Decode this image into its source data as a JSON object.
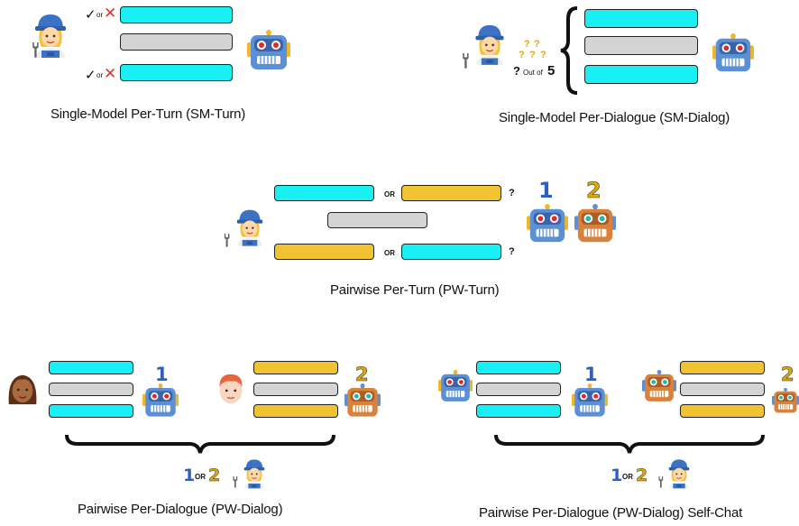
{
  "panels": {
    "sm_turn": {
      "title": "Single-Model Per-Turn  (SM-Turn)",
      "check": "✓",
      "or": "or",
      "cross": "✕"
    },
    "sm_dialog": {
      "title": "Single-Model Per-Dialogue  (SM-Dialog)",
      "question": "?",
      "out_of": "Out of",
      "score": "5",
      "brace": "{"
    },
    "pw_turn": {
      "title": "Pairwise Per-Turn (PW-Turn)",
      "or": "OR",
      "question": "?",
      "label_1": "1",
      "label_2": "2"
    },
    "pw_dialog": {
      "title": "Pairwise Per-Dialogue (PW-Dialog)",
      "label_1": "1",
      "label_2": "2",
      "or": "OR"
    },
    "pw_selfchat": {
      "title": "Pairwise Per-Dialogue (PW-Dialog) Self-Chat",
      "label_1": "1",
      "label_2": "2",
      "or": "OR"
    }
  },
  "colors": {
    "cyan": "#19f0f5",
    "gray": "#d4d4d4",
    "gold": "#f1c232",
    "robot_blue": "#5b9bd5",
    "robot_orange": "#e08a4a"
  },
  "icons": [
    "worker-icon",
    "wrench-icon",
    "robot-icon",
    "woman-icon",
    "man-icon",
    "question-mark-icon"
  ]
}
